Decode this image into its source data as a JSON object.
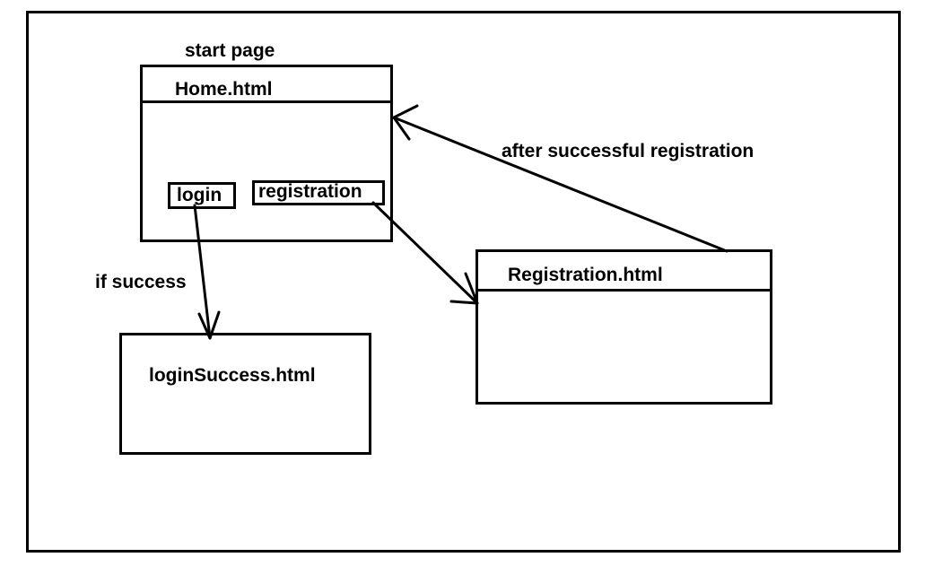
{
  "diagram": {
    "start_label": "start page",
    "home": {
      "title": "Home.html",
      "login_button": "login",
      "registration_button": "registration"
    },
    "login_success": {
      "title": "loginSuccess.html"
    },
    "registration": {
      "title": "Registration.html"
    },
    "edges": {
      "if_success": "if success",
      "after_registration": "after successful registration"
    }
  },
  "colors": {
    "stroke": "#000000",
    "background": "#ffffff"
  }
}
